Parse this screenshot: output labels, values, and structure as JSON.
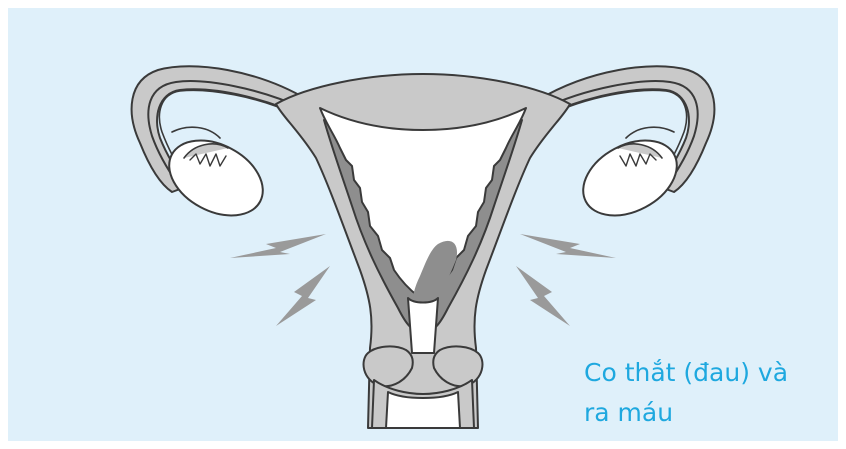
{
  "caption": {
    "line1": "Co thắt (đau) và",
    "line2": "ra máu"
  },
  "colors": {
    "background": "#dff0fa",
    "tissue_light": "#ffffff",
    "tissue_mid": "#c9c9c9",
    "tissue_dark": "#8e8e8e",
    "outline": "#3a3a3a",
    "pain_marks": "#9a9a9a",
    "caption": "#1ea8df"
  },
  "icons": [
    "uterus-illustration",
    "pain-lightning-icon",
    "ovary-icon",
    "fallopian-tube-icon"
  ]
}
